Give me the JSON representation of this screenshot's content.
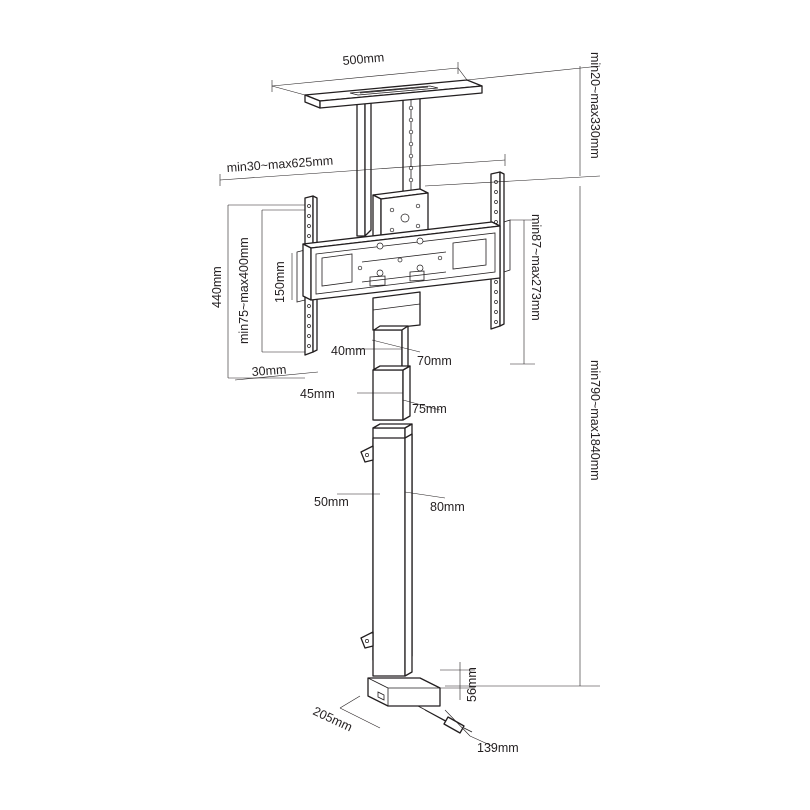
{
  "dimensions": {
    "ceiling_plate_width": "500mm",
    "ceiling_drop": "min20~max330mm",
    "tv_bracket_width": "min30~max625mm",
    "tv_bracket_height": "440mm",
    "vesa_vertical": "min75~max400mm",
    "center_plate_height": "150mm",
    "vesa_side": "min87~max273mm",
    "bracket_arm_depth": "30mm",
    "tube1_depth": "40mm",
    "tube1_width": "70mm",
    "tube2_depth": "45mm",
    "tube2_width": "75mm",
    "tube3_depth": "50mm",
    "tube3_width": "80mm",
    "column_height": "min790~max1840mm",
    "base_height": "56mm",
    "base_depth": "205mm",
    "base_width": "139mm"
  },
  "colors": {
    "line": "#231f20",
    "background": "#ffffff"
  }
}
